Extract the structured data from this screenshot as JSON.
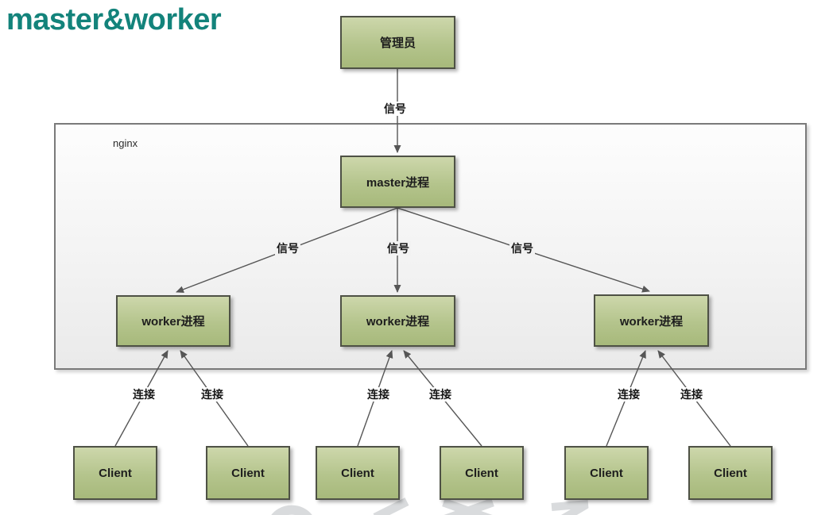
{
  "title": "master&worker",
  "nodes": {
    "admin": "管理员",
    "container": "nginx",
    "master": "master进程",
    "workers": [
      "worker进程",
      "worker进程",
      "worker进程"
    ],
    "clients": [
      "Client",
      "Client",
      "Client",
      "Client",
      "Client",
      "Client"
    ]
  },
  "edge_labels": {
    "signals": [
      "信号",
      "信号",
      "信号",
      "信号"
    ],
    "connections": [
      "连接",
      "连接",
      "连接",
      "连接",
      "连接",
      "连接"
    ]
  },
  "colors": {
    "title": "#13837B",
    "node_fill_top": "#CDD7AB",
    "node_fill_bottom": "#A7B97B",
    "node_border": "#4E5145",
    "container_border": "#7A7A7A",
    "line": "#565656",
    "watermark": "#D9DBDD"
  }
}
